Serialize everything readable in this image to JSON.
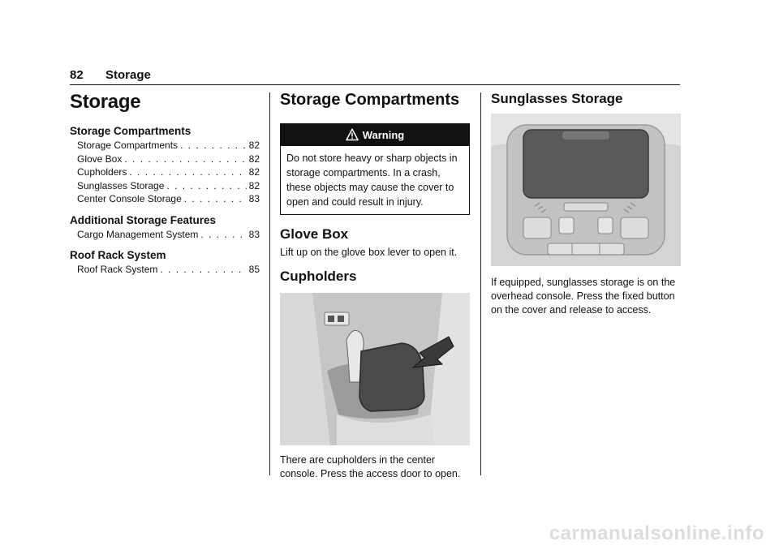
{
  "header": {
    "page_number": "82",
    "section": "Storage"
  },
  "chapter": {
    "title": "Storage",
    "toc": [
      {
        "heading": "Storage Compartments",
        "entries": [
          {
            "title": "Storage Compartments",
            "page": "82"
          },
          {
            "title": "Glove Box",
            "page": "82"
          },
          {
            "title": "Cupholders",
            "page": "82"
          },
          {
            "title": "Sunglasses Storage",
            "page": "82"
          },
          {
            "title": "Center Console Storage",
            "page": "83"
          }
        ]
      },
      {
        "heading": "Additional Storage Features",
        "entries": [
          {
            "title": "Cargo Management System",
            "page": "83"
          }
        ]
      },
      {
        "heading": "Roof Rack System",
        "entries": [
          {
            "title": "Roof Rack System",
            "page": "85"
          }
        ]
      }
    ]
  },
  "compartments": {
    "title": "Storage Compartments",
    "warning": {
      "label": "Warning",
      "text": "Do not store heavy or sharp objects in storage compartments. In a crash, these objects may cause the cover to open and could result in injury."
    }
  },
  "glove_box": {
    "title": "Glove Box",
    "text": "Lift up on the glove box lever to open it."
  },
  "cupholders": {
    "title": "Cupholders",
    "text": "There are cupholders in the center console. Press the access door to open."
  },
  "sunglasses": {
    "title": "Sunglasses Storage",
    "text": "If equipped, sunglasses storage is on the overhead console. Press the fixed button on the cover and release to access."
  },
  "watermark": "carmanualsonline.info",
  "dots": ". . . . . . . . . . . . . . . . . . . . . . . . . . . . . . . . . . . . . . . . . . . . . . . . . . . . . . . . . . . . . . ."
}
